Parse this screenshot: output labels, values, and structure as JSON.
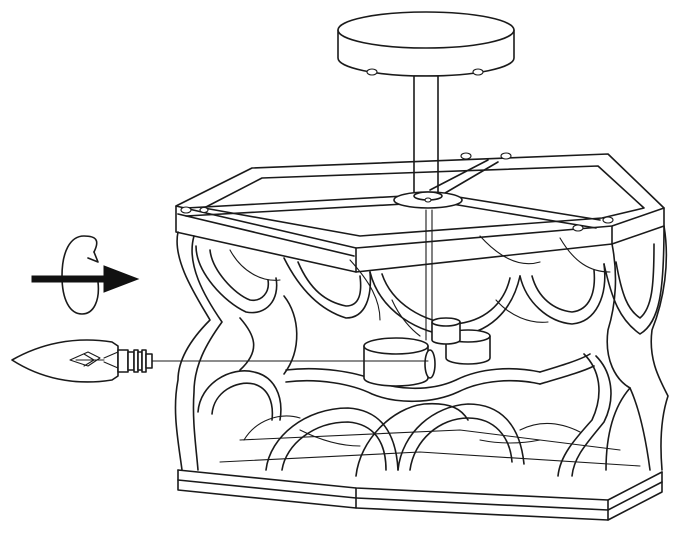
{
  "diagram": {
    "kind": "assembly-instruction",
    "parts": [
      "ceiling-canopy",
      "downrod",
      "hexagonal-cage-frame",
      "quatrefoil-side-panels",
      "candle-socket",
      "candle-bulb"
    ],
    "action_icon": "clockwise-rotate-arrow-icon",
    "colors": {
      "line": "#1a1a1a",
      "background": "#ffffff"
    }
  }
}
